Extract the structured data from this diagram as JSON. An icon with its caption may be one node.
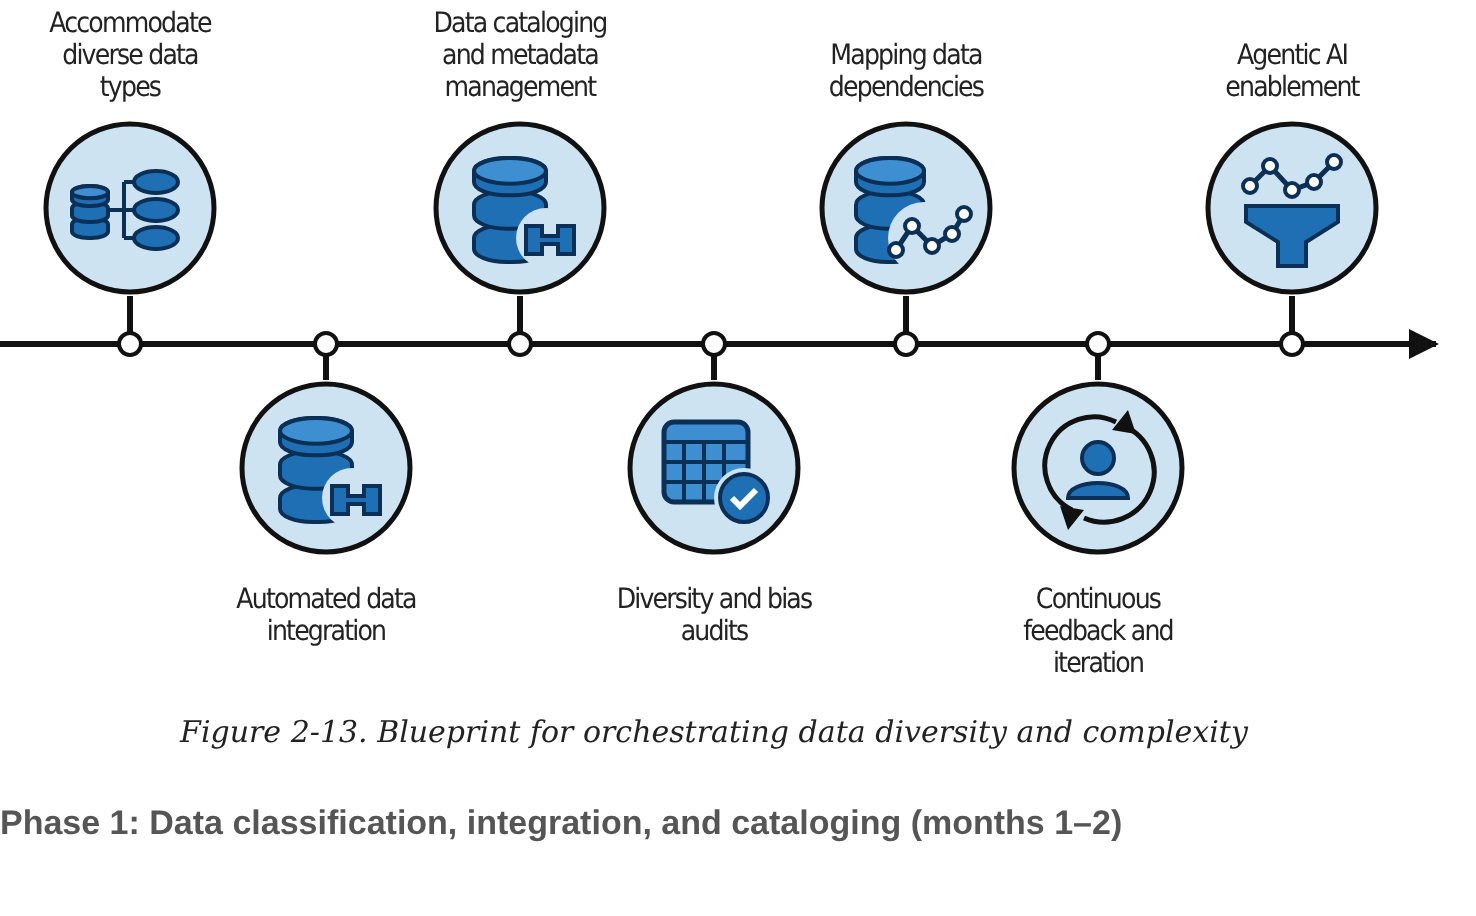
{
  "diagram": {
    "caption": "Figure 2-13. Blueprint for orchestrating data diversity and complexity",
    "nodes": [
      {
        "text": [
          "Accommodate diverse data types"
        ]
      },
      {
        "text": [
          "Automated data integration"
        ]
      },
      {
        "text": [
          "Data cataloging and metadata management"
        ]
      },
      {
        "text": [
          "Diversity and bias audits"
        ]
      },
      {
        "text": [
          "Mapping data dependencies"
        ]
      },
      {
        "text": [
          "Continuous feedback and iteration"
        ]
      },
      {
        "text": [
          "Agentic AI enablement"
        ]
      }
    ],
    "edges": [
      {
        "from": null,
        "to": 0,
        "arrow": "none"
      },
      {
        "from": 0,
        "to": 1,
        "arrow": "none"
      },
      {
        "from": 1,
        "to": 2,
        "arrow": "none"
      },
      {
        "from": 2,
        "to": 3,
        "arrow": "none"
      },
      {
        "from": 3,
        "to": 4,
        "arrow": "none"
      },
      {
        "from": 4,
        "to": 5,
        "arrow": "none"
      },
      {
        "from": 5,
        "to": 6,
        "arrow": "none"
      },
      {
        "from": 6,
        "to": null,
        "arrow": "to"
      }
    ],
    "labels": [
      "Phase 1: Data classification, integration, and cataloging (months 1–2)"
    ]
  }
}
